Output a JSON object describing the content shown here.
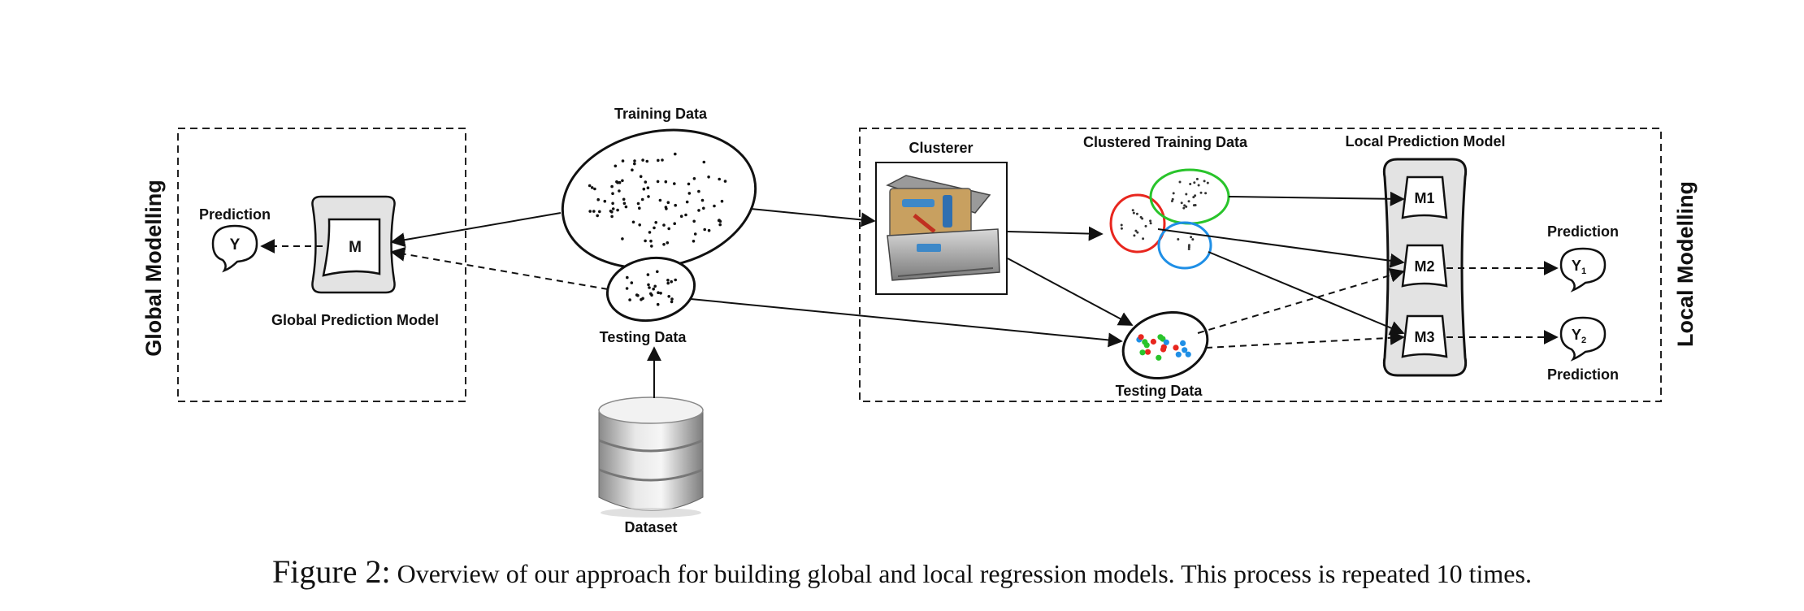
{
  "global": {
    "side_label": "Global Modelling",
    "prediction_label": "Prediction",
    "output": "Y",
    "model": "M",
    "model_label": "Global Prediction Model"
  },
  "data": {
    "training_label": "Training Data",
    "testing_label": "Testing Data",
    "dataset_label": "Dataset"
  },
  "local": {
    "side_label": "Local Modelling",
    "clusterer_label": "Clusterer",
    "clustered_label": "Clustered Training Data",
    "models_label": "Local Prediction Model",
    "models": [
      "M1",
      "M2",
      "M3"
    ],
    "testing_label": "Testing Data",
    "prediction_top": "Prediction",
    "prediction_bottom": "Prediction",
    "output1_main": "Y",
    "output1_sub": "1",
    "output2_main": "Y",
    "output2_sub": "2"
  },
  "colors": {
    "cluster_red": "#e8261e",
    "cluster_green": "#29c42b",
    "cluster_blue": "#1f8fe6",
    "panel_gray": "#e3e3e3"
  },
  "caption": {
    "figure": "Figure 2:",
    "text": "Overview of our approach for building global and local regression models. This process is repeated 10 times."
  }
}
